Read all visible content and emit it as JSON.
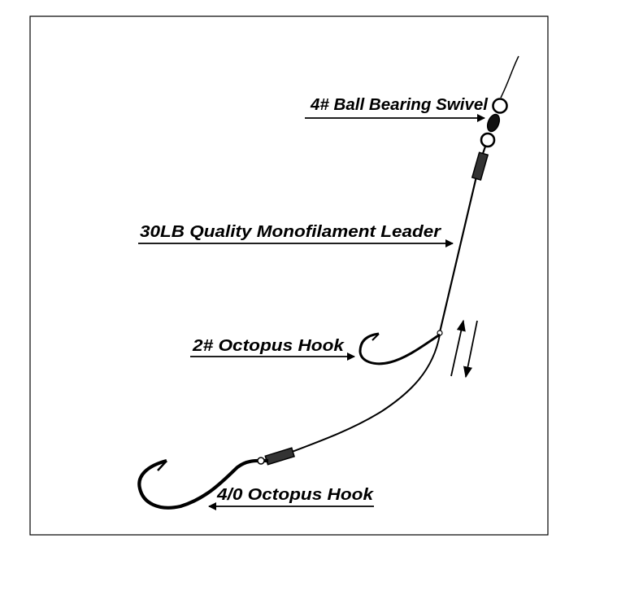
{
  "labels": {
    "swivel": "4# Ball Bearing Swivel",
    "leader": "30LB Quality Monofilament Leader",
    "small_hook": "2# Octopus Hook",
    "large_hook": "4/0 Octopus Hook"
  },
  "colors": {
    "line": "#000000",
    "frame": "#000000",
    "crimp": "#333333",
    "background": "#ffffff"
  },
  "icons": {
    "slide_indicator": "up-down-arrows-icon"
  }
}
